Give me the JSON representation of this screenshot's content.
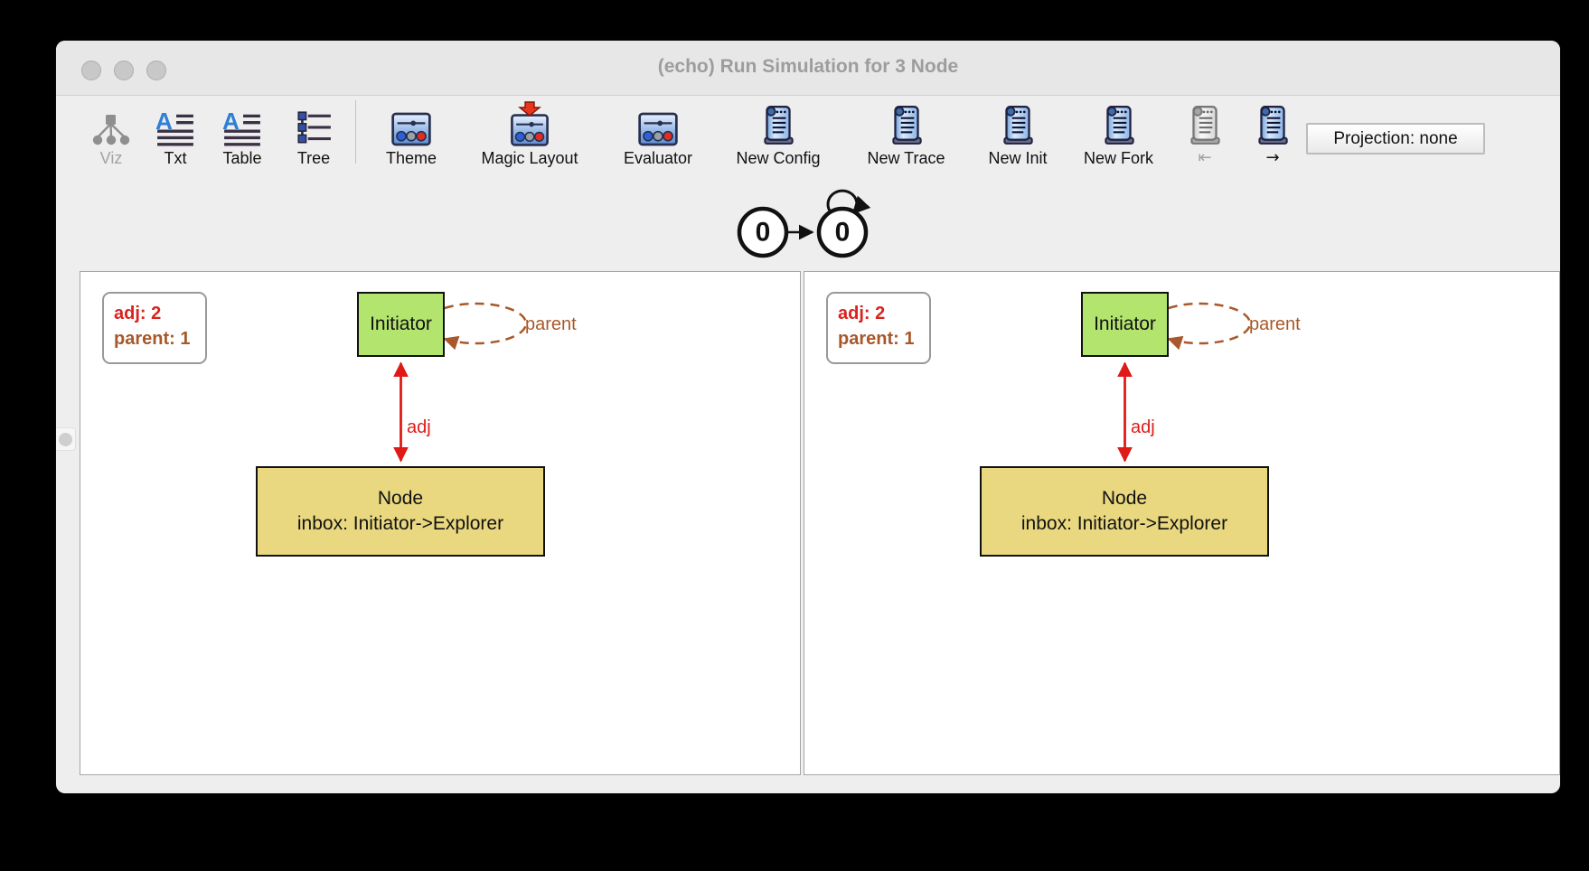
{
  "window": {
    "title": "(echo) Run Simulation for 3 Node"
  },
  "toolbar": {
    "items": [
      {
        "label": "Viz",
        "icon": "viz-graph-icon",
        "disabled": true
      },
      {
        "label": "Txt",
        "icon": "text-lines-icon",
        "disabled": false
      },
      {
        "label": "Table",
        "icon": "table-text-icon",
        "disabled": false
      },
      {
        "label": "Tree",
        "icon": "tree-outline-icon",
        "disabled": false
      },
      {
        "label": "Theme",
        "icon": "theme-sliders-icon",
        "disabled": false
      },
      {
        "label": "Magic Layout",
        "icon": "magic-layout-icon",
        "disabled": false
      },
      {
        "label": "Evaluator",
        "icon": "evaluator-sliders-icon",
        "disabled": false
      },
      {
        "label": "New Config",
        "icon": "scroll-icon",
        "disabled": false
      },
      {
        "label": "New Trace",
        "icon": "scroll-icon",
        "disabled": false
      },
      {
        "label": "New Init",
        "icon": "scroll-icon",
        "disabled": false
      },
      {
        "label": "New Fork",
        "icon": "scroll-icon",
        "disabled": false
      },
      {
        "label": "⇤",
        "icon": "scroll-back-icon",
        "disabled": true
      },
      {
        "label": "→",
        "icon": "scroll-forward-icon",
        "disabled": false
      }
    ],
    "projection_label": "Projection: none"
  },
  "trace": {
    "states": [
      "0",
      "0"
    ]
  },
  "panels": [
    {
      "legend": {
        "adj": "adj: 2",
        "parent": "parent: 1"
      },
      "initiator_label": "Initiator",
      "parent_edge_label": "parent",
      "adj_edge_label": "adj",
      "node_title": "Node",
      "node_inbox": "inbox: Initiator->Explorer"
    },
    {
      "legend": {
        "adj": "adj: 2",
        "parent": "parent: 1"
      },
      "initiator_label": "Initiator",
      "parent_edge_label": "parent",
      "adj_edge_label": "adj",
      "node_title": "Node",
      "node_inbox": "inbox: Initiator->Explorer"
    }
  ],
  "colors": {
    "edge_red": "#e01b17",
    "edge_sienna": "#a8582a",
    "initiator_green": "#b3e46e",
    "node_khaki": "#e9d87f",
    "legend_red": "#d9231d",
    "window_bg": "#eeeeee"
  }
}
